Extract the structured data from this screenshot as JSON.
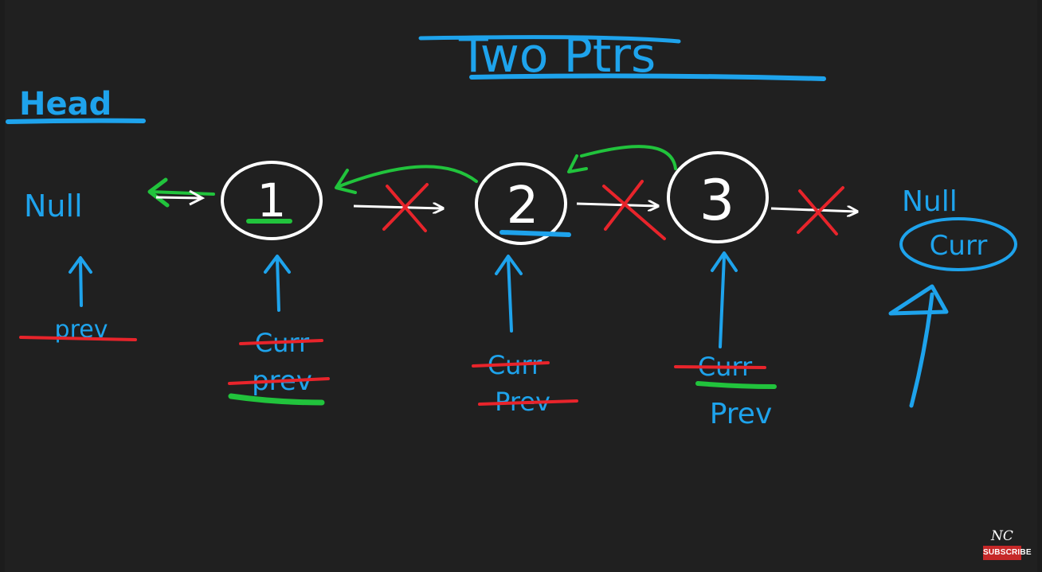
{
  "title": "Two Ptrs",
  "head_label": "Head",
  "null_left": "Null",
  "null_right": "Null",
  "nodes": [
    {
      "value": "1"
    },
    {
      "value": "2"
    },
    {
      "value": "3"
    }
  ],
  "labels": {
    "curr": "Curr",
    "prev_lower": "prev",
    "prev": "Prev"
  },
  "colors": {
    "blue": "#1ea3ec",
    "red": "#e8242b",
    "green": "#21c33c",
    "white": "#ffffff",
    "background": "#202020"
  },
  "brand": {
    "logo": "NC",
    "subscribe": "SUBSCRIBE"
  }
}
